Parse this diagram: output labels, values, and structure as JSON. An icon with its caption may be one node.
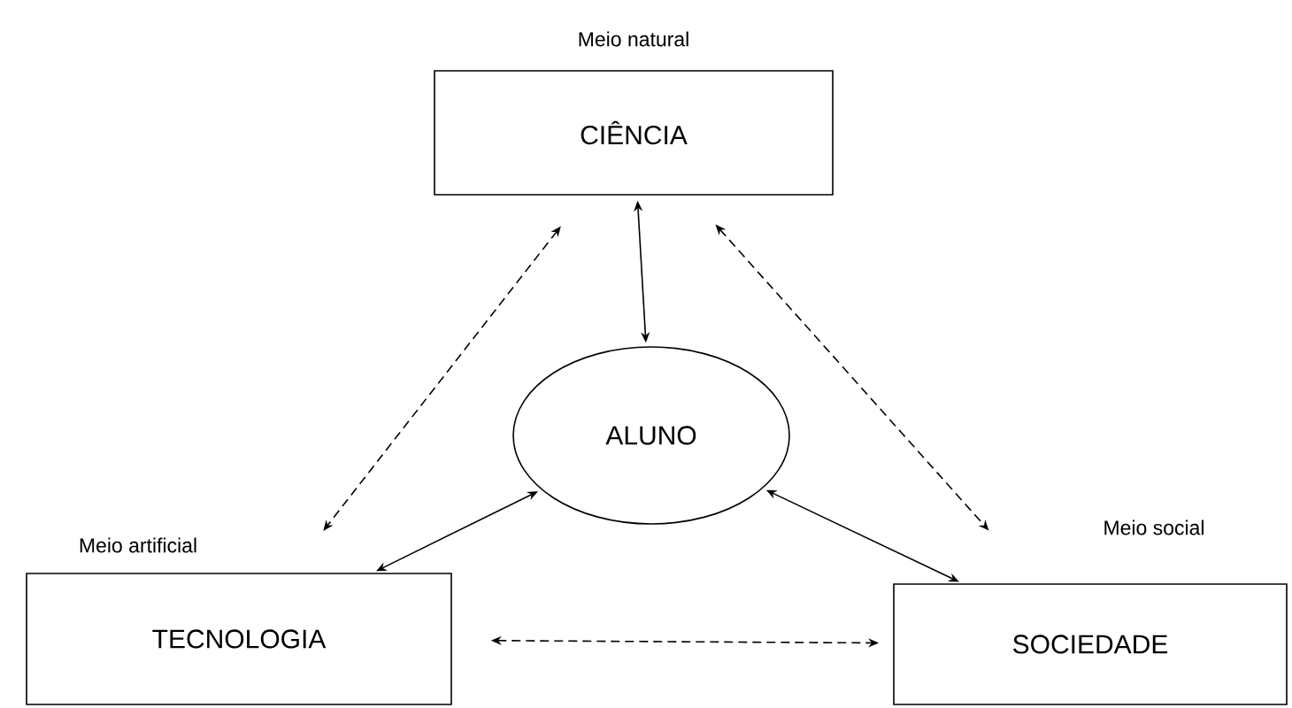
{
  "diagram": {
    "nodes": [
      {
        "text": [
          "CIÊNCIA"
        ],
        "beside": [
          "Meio natural"
        ]
      },
      {
        "text": [
          "ALUNO"
        ]
      },
      {
        "text": [
          "TECNOLOGIA"
        ],
        "beside": [
          "Meio artificial"
        ]
      },
      {
        "text": [
          "SOCIEDADE"
        ],
        "beside": [
          "Meio social"
        ]
      }
    ],
    "edges": [
      {
        "from": 0,
        "to": 1,
        "arrow": "both"
      },
      {
        "from": 1,
        "to": 2,
        "arrow": "both"
      },
      {
        "from": 1,
        "to": 3,
        "arrow": "both"
      },
      {
        "from": 0,
        "to": 2,
        "arrow": "both",
        "style": "dashed"
      },
      {
        "from": 0,
        "to": 3,
        "arrow": "both",
        "style": "dashed"
      },
      {
        "from": 2,
        "to": 3,
        "arrow": "both",
        "style": "dashed"
      }
    ]
  }
}
